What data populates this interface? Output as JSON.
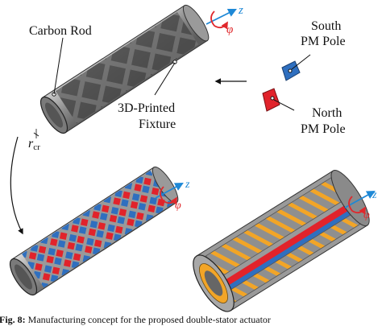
{
  "labels": {
    "carbon_rod": "Carbon Rod",
    "fixture_line1": "3D-Printed",
    "fixture_line2": "Fixture",
    "south_line1": "South",
    "south_line2": "PM Pole",
    "north_line1": "North",
    "north_line2": "PM Pole",
    "radius": "r",
    "radius_sub": "cr"
  },
  "axes": {
    "z": "z",
    "phi": "φ"
  },
  "caption": {
    "fig": "Fig. 8:",
    "text": " Manufacturing concept for the proposed double-stator actuator"
  },
  "colors": {
    "red": "#e1232b",
    "blue": "#2f6fbf",
    "gray": "#8a8a8a",
    "orange": "#f2a527",
    "axis": "#1e88d6",
    "rot": "#e0282c"
  }
}
